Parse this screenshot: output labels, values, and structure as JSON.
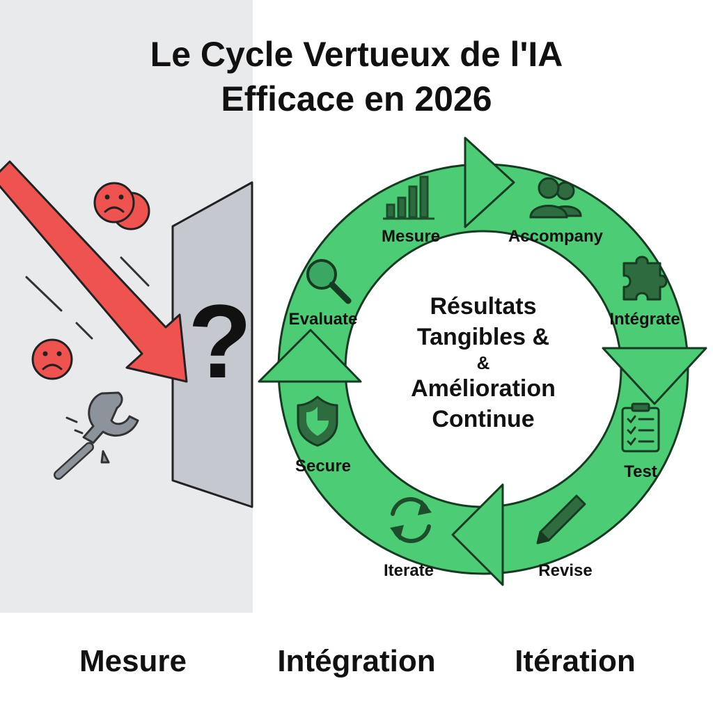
{
  "title": {
    "line1": "Le Cycle Vertueux de l'IA",
    "line2": "Efficace en 2026"
  },
  "left_panel": {
    "question_mark": "?",
    "icons": [
      "down-arrow-icon",
      "sad-face-icon",
      "broken-wrench-icon",
      "wall-icon"
    ]
  },
  "cycle": {
    "center_text": [
      "Résultats",
      "Tangibles &",
      "&",
      "Amélioration",
      "Continue"
    ],
    "steps": [
      {
        "label": "Mesure",
        "icon": "bar-chart-icon"
      },
      {
        "label": "Accompany",
        "icon": "people-icon"
      },
      {
        "label": "Intégrate",
        "icon": "puzzle-icon"
      },
      {
        "label": "Test",
        "icon": "checklist-icon"
      },
      {
        "label": "Revise",
        "icon": "pencil-icon"
      },
      {
        "label": "Iterate",
        "icon": "refresh-icon"
      },
      {
        "label": "Secure",
        "icon": "shield-icon"
      },
      {
        "label": "Evaluate",
        "icon": "magnifier-icon"
      }
    ]
  },
  "bottom_labels": [
    "Mesure",
    "Intégration",
    "Itération"
  ],
  "colors": {
    "ring_green": "#4ccd75",
    "ring_outline": "#163a22",
    "icon_green": "#2e6b3f",
    "red": "#ef5350",
    "panel_grey": "#e9eaec",
    "wall_grey": "#c5c9cf"
  }
}
